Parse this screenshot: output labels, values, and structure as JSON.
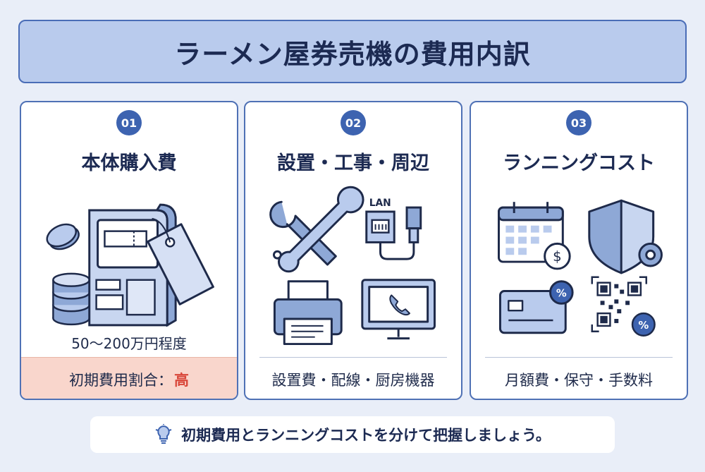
{
  "title": "ラーメン屋券売機の費用内訳",
  "cards": [
    {
      "number": "01",
      "title": "本体購入費",
      "price": "50〜200万円程度",
      "ratio_label": "初期費用割合：",
      "ratio_value": "高",
      "icons": [
        "ticket-machine-icon",
        "coins-icon",
        "price-tag-icon"
      ]
    },
    {
      "number": "02",
      "title": "設置・工事・周辺",
      "lan_label": "LAN",
      "footer": "設置費・配線・厨房機器",
      "icons": [
        "wrench-icon",
        "lan-cable-icon",
        "printer-icon",
        "monitor-phone-icon"
      ]
    },
    {
      "number": "03",
      "title": "ランニングコスト",
      "footer": "月額費・保守・手数料",
      "icons": [
        "calendar-dollar-icon",
        "shield-gear-icon",
        "credit-card-percent-icon",
        "qr-code-percent-icon"
      ]
    }
  ],
  "tip": "初期費用とランニングコストを分けて把握しましょう。",
  "colors": {
    "accent": "#3d63b0",
    "border": "#4f71b5",
    "highlight": "#d9473a",
    "ratio_bg": "#f9d6cc"
  }
}
